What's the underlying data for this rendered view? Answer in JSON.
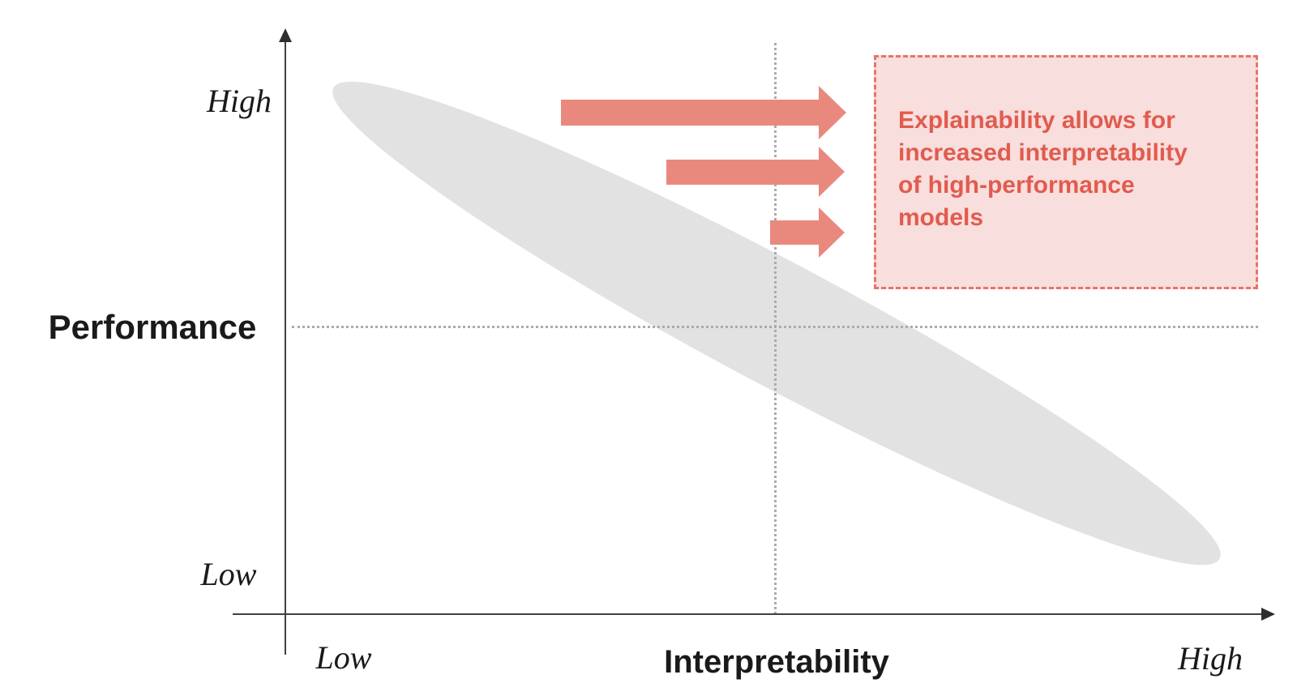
{
  "figure": {
    "type": "conceptual-tradeoff-diagram",
    "description": "Gray elliptical band showing tradeoff from (low interpretability, high performance) to (high interpretability, low performance); three arrows point right toward an annotation about explainability.",
    "y_axis": {
      "title": "Performance",
      "high_label": "High",
      "low_label": "Low"
    },
    "x_axis": {
      "title": "Interpretability",
      "low_label": "Low",
      "high_label": "High"
    },
    "arrows": {
      "count": 3,
      "meaning": "rightward shift toward higher interpretability at high performance"
    },
    "annotation": {
      "text": "Explainability allows for increased interpretability of high-performance models",
      "lines": [
        "Explainability allows for",
        "increased interpretability",
        "of high-performance",
        "models"
      ]
    },
    "colors": {
      "arrow": "#E9897E",
      "annotation_text": "#E15B4F",
      "annotation_border": "#E4756B",
      "annotation_bg": "#F8DEDC",
      "ellipse": "#E2E2E2",
      "gridline": "#ABABAB",
      "axis": "#404040"
    }
  }
}
